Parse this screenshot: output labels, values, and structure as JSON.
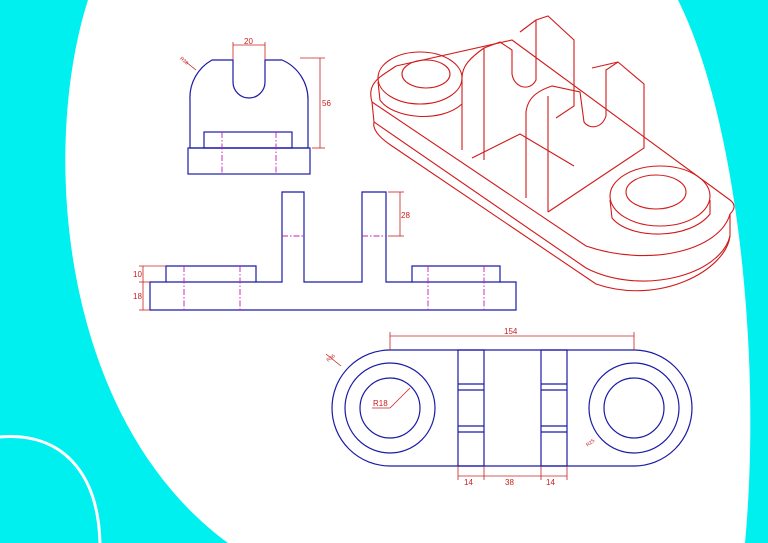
{
  "colors": {
    "background_band": "#00f0f0",
    "paper": "#ffffff",
    "object_line": "#1a1aa6",
    "isometric_line": "#d11a1a",
    "hidden_line": "#c21cc2",
    "dimension": "#c62020"
  },
  "front_view": {
    "dim_slot_width": "20",
    "dim_height": "56",
    "dim_radius": "R30"
  },
  "side_view": {
    "dim_ear_height": "28",
    "dim_boss_height": "10",
    "dim_base_height": "18"
  },
  "top_view": {
    "dim_center_distance": "154",
    "dim_outer_radius": "R36",
    "dim_inner_radius": "R18",
    "dim_right_radius": "R25",
    "dim_ear_left": "14",
    "dim_gap": "38",
    "dim_ear_right": "14"
  }
}
